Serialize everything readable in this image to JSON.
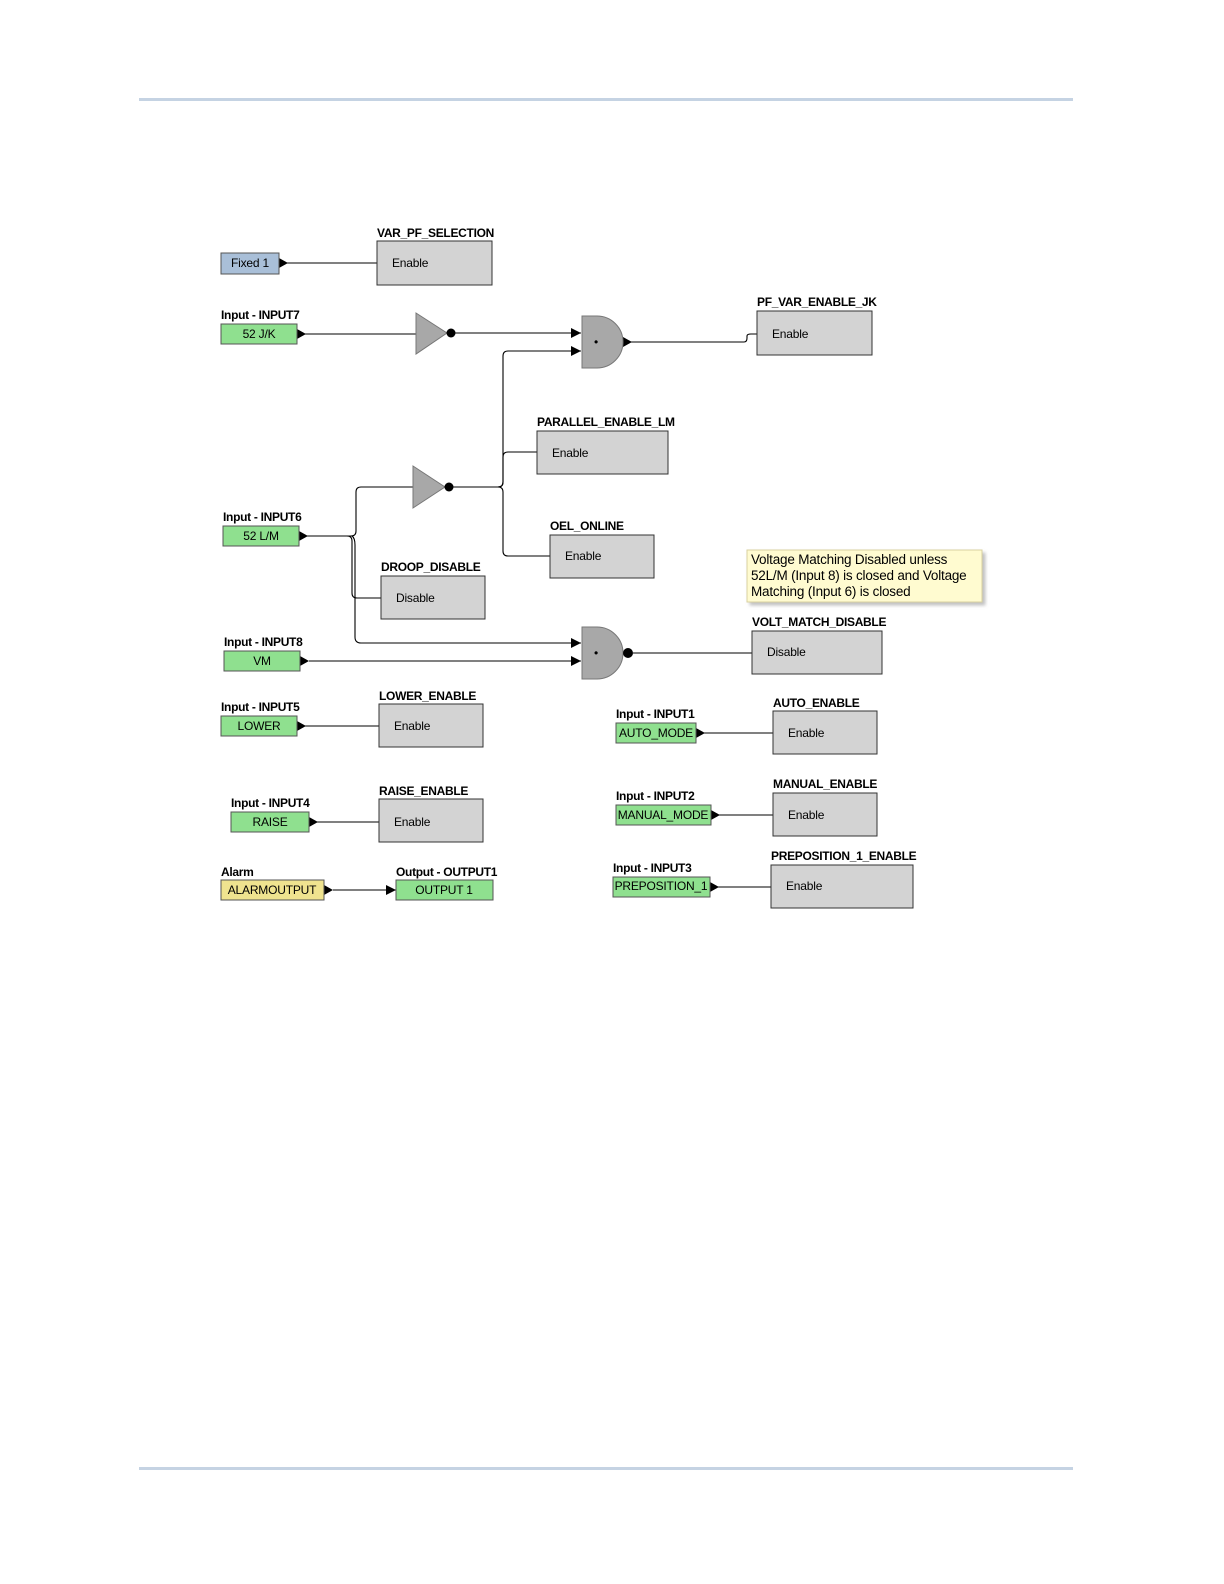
{
  "blocks": {
    "var_pf_selection": {
      "title": "VAR_PF_SELECTION",
      "port": "Enable"
    },
    "pf_var_enable_jk": {
      "title": "PF_VAR_ENABLE_JK",
      "port": "Enable"
    },
    "parallel_enable_lm": {
      "title": "PARALLEL_ENABLE_LM",
      "port": "Enable"
    },
    "oel_online": {
      "title": "OEL_ONLINE",
      "port": "Enable"
    },
    "droop_disable": {
      "title": "DROOP_DISABLE",
      "port": "Disable"
    },
    "volt_match_disable": {
      "title": "VOLT_MATCH_DISABLE",
      "port": "Disable"
    },
    "lower_enable": {
      "title": "LOWER_ENABLE",
      "port": "Enable"
    },
    "raise_enable": {
      "title": "RAISE_ENABLE",
      "port": "Enable"
    },
    "auto_enable": {
      "title": "AUTO_ENABLE",
      "port": "Enable"
    },
    "manual_enable": {
      "title": "MANUAL_ENABLE",
      "port": "Enable"
    },
    "preposition_1_enable": {
      "title": "PREPOSITION_1_ENABLE",
      "port": "Enable"
    }
  },
  "inputs": {
    "fixed1": {
      "label": "",
      "value": "Fixed 1",
      "color": "#a9bfd8"
    },
    "input7": {
      "label": "Input - INPUT7",
      "value": "52 J/K",
      "color": "#8fe08f"
    },
    "input6": {
      "label": "Input - INPUT6",
      "value": "52 L/M",
      "color": "#8fe08f"
    },
    "input8": {
      "label": "Input - INPUT8",
      "value": "VM",
      "color": "#8fe08f"
    },
    "input5": {
      "label": "Input - INPUT5",
      "value": "LOWER",
      "color": "#8fe08f"
    },
    "input4": {
      "label": "Input - INPUT4",
      "value": "RAISE",
      "color": "#8fe08f"
    },
    "alarm": {
      "label": "Alarm",
      "value": "ALARMOUTPUT",
      "color": "#efe38f"
    },
    "output1": {
      "label": "Output - OUTPUT1",
      "value": "OUTPUT 1",
      "color": "#8fe08f"
    },
    "input1": {
      "label": "Input - INPUT1",
      "value": "AUTO_MODE",
      "color": "#8fe08f"
    },
    "input2": {
      "label": "Input - INPUT2",
      "value": "MANUAL_MODE",
      "color": "#8fe08f"
    },
    "input3": {
      "label": "Input - INPUT3",
      "value": "PREPOSITION_1",
      "color": "#8fe08f"
    }
  },
  "note": {
    "lines": [
      "Voltage Matching Disabled unless",
      "52L/M (Input 8) is closed and Voltage",
      "Matching (Input 6) is closed"
    ],
    "color": "#fffbd0"
  },
  "gates": {
    "and_symbol": "•"
  }
}
